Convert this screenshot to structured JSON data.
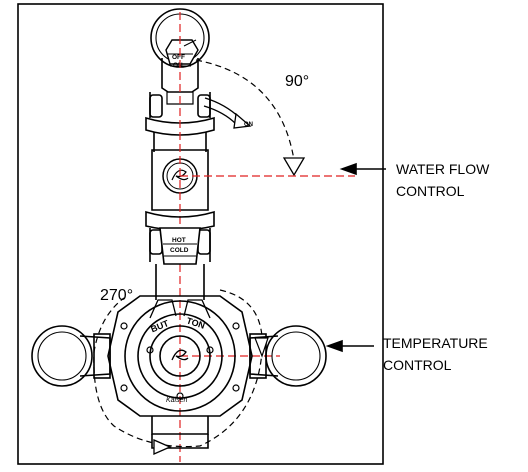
{
  "diagram": {
    "angle_water": "90°",
    "angle_temp": "270°",
    "water_label_line1": "WATER FLOW",
    "water_label_line2": "CONTROL",
    "temp_label_line1": "TEMPERATURE",
    "temp_label_line2": "CONTROL",
    "handle_off": "OFF",
    "handle_on": "ON",
    "arrow_on": "ON",
    "handle_hot": "HOT",
    "handle_cold": "COLD",
    "dial_left": "BUT",
    "dial_right": "TON",
    "maker_mark": "Kaisen"
  },
  "colors": {
    "line": "#000000",
    "centerline": "#e02020"
  }
}
